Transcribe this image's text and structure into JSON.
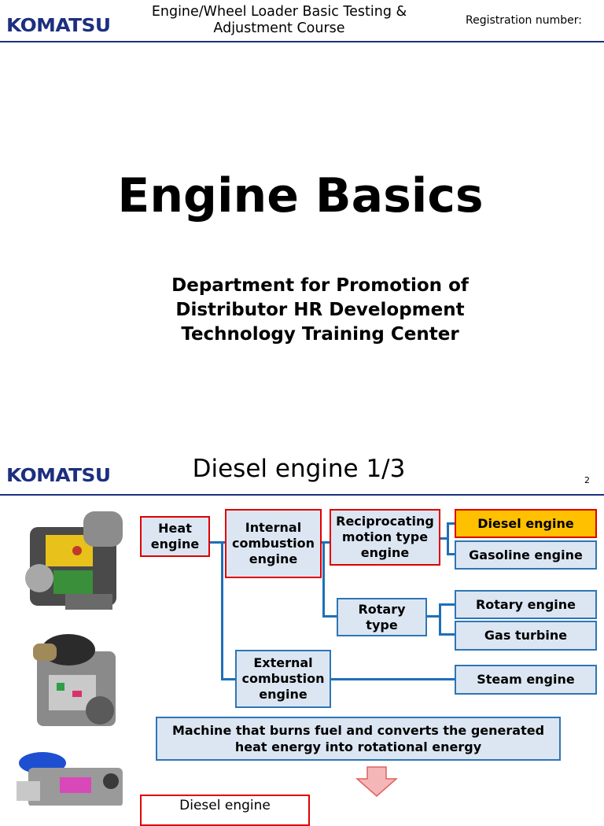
{
  "slide1": {
    "logo": "KOMATSU",
    "header_title": "Engine/Wheel Loader Basic Testing & Adjustment Course",
    "header_title_line1": "Engine/Wheel Loader Basic Testing &",
    "header_title_line2": "Adjustment Course",
    "registration_label": "Registration number:",
    "title": "Engine Basics",
    "dept_line1": "Department for Promotion of",
    "dept_line2": "Distributor HR Development",
    "dept_line3": "Technology Training Center"
  },
  "slide2": {
    "logo": "KOMATSU",
    "title": "Diesel engine 1/3",
    "page_number": "2",
    "boxes": {
      "heat_engine_1": "Heat",
      "heat_engine_2": "engine",
      "internal_1": "Internal",
      "internal_2": "combustion",
      "internal_3": "engine",
      "recip_1": "Reciprocating",
      "recip_2": "motion type",
      "recip_3": "engine",
      "diesel": "Diesel engine",
      "gasoline": "Gasoline engine",
      "rotary_type_1": "Rotary",
      "rotary_type_2": "type",
      "rotary_engine": "Rotary engine",
      "gas_turbine": "Gas turbine",
      "external_1": "External",
      "external_2": "combustion",
      "external_3": "engine",
      "steam": "Steam engine",
      "definition_1": "Machine that burns fuel and converts the generated",
      "definition_2": "heat energy into rotational energy",
      "bottom_partial": "Diesel engine"
    },
    "colors": {
      "brand_blue": "#1c2f80",
      "box_fill": "#dce6f2",
      "box_border_blue": "#2e75b6",
      "box_border_red": "#e00000",
      "highlight_yellow": "#ffc000",
      "arrow_fill": "#f4b6b6"
    }
  }
}
